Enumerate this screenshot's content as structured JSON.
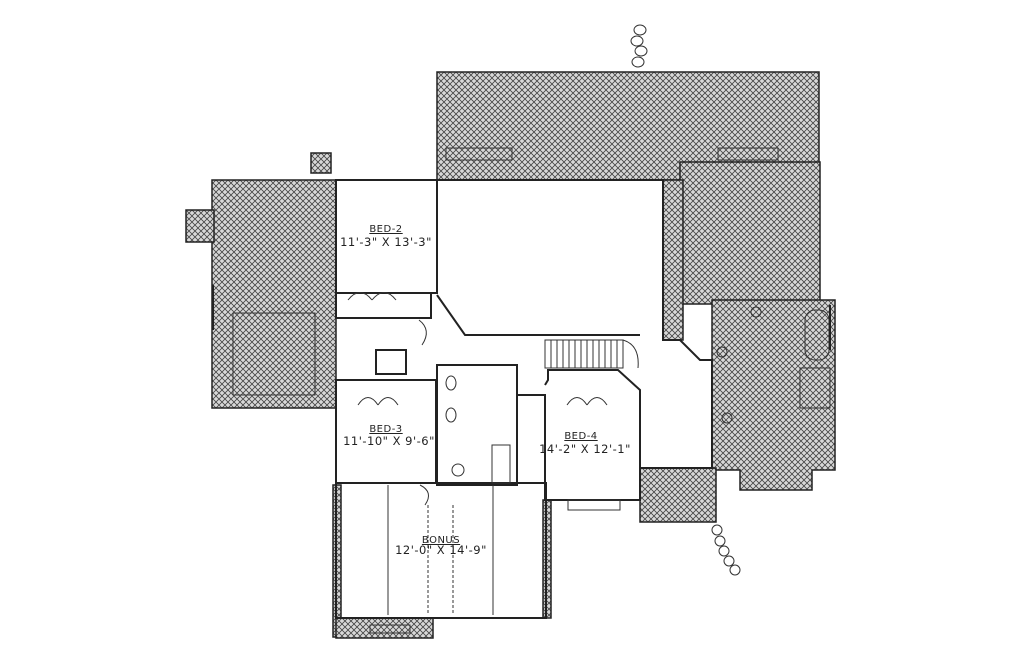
{
  "rooms": {
    "bed2": {
      "name": "BED-2",
      "dims": "11'-3\" X 13'-3\""
    },
    "bed3": {
      "name": "BED-3",
      "dims": "11'-10\" X 9'-6\""
    },
    "bed4": {
      "name": "BED-4",
      "dims": "14'-2\" X 12'-1\""
    },
    "bonus": {
      "name": "BONUS",
      "dims": "12'-0\" X 14'-9\""
    }
  },
  "colors": {
    "line": "#222222",
    "hatch": "#444444",
    "background": "#ffffff"
  }
}
